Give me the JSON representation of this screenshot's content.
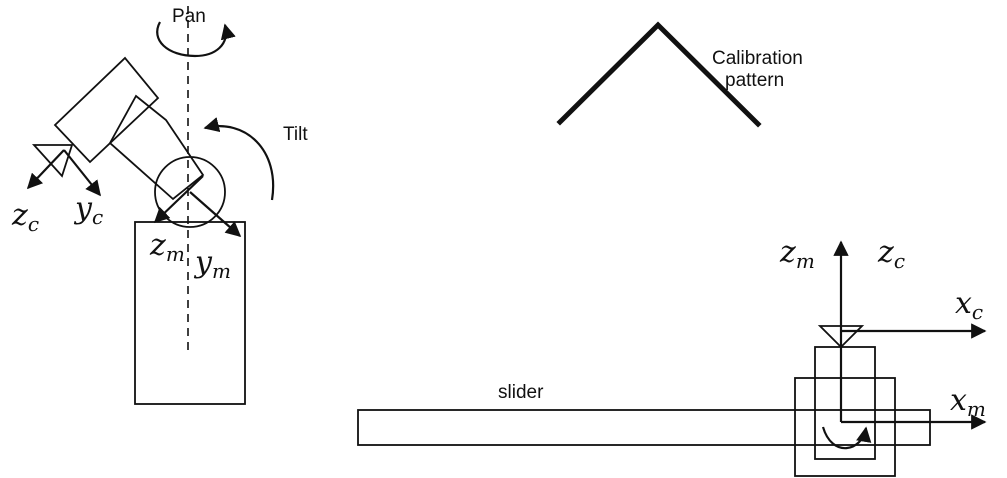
{
  "labels": {
    "pan": "Pan",
    "tilt": "Tilt",
    "calibration_line1": "Calibration",
    "calibration_line2": "pattern",
    "slider": "slider"
  },
  "axes": {
    "zc_left": {
      "base": "z",
      "sub": "c"
    },
    "yc_left": {
      "base": "y",
      "sub": "c"
    },
    "zm_left": {
      "base": "z",
      "sub": "m"
    },
    "ym_left": {
      "base": "y",
      "sub": "m"
    },
    "zm_right": {
      "base": "z",
      "sub": "m"
    },
    "zc_right": {
      "base": "z",
      "sub": "c"
    },
    "xc_right": {
      "base": "x",
      "sub": "c"
    },
    "xm_right": {
      "base": "x",
      "sub": "m"
    }
  },
  "colors": {
    "ink": "#111111",
    "background": "#ffffff"
  }
}
